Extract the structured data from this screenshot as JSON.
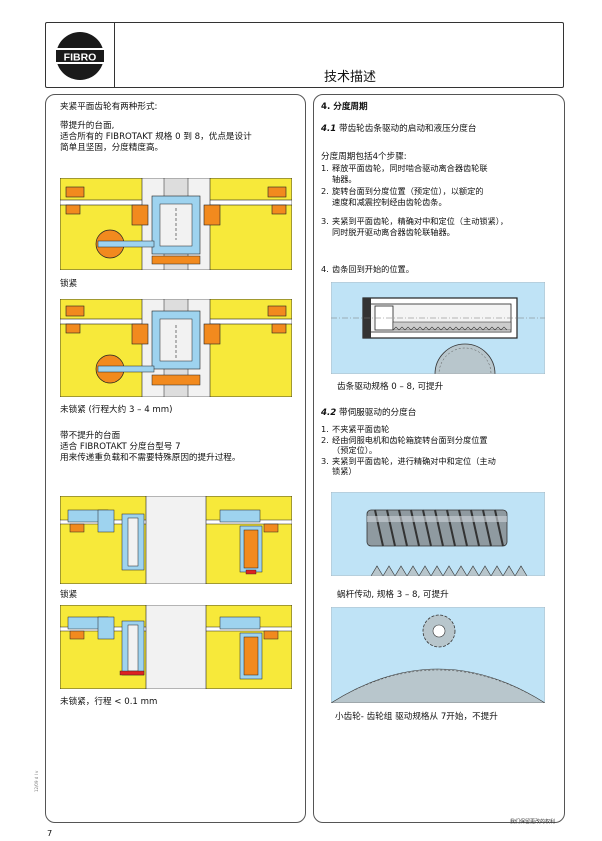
{
  "header": {
    "logo_text": "FIBRO",
    "section_title": "技术描述"
  },
  "left": {
    "intro": "夹紧平面齿轮有两种形式:",
    "type1": {
      "heading": "带提升的台面,",
      "line1": "适合所有的 FIBROTAKT 规格 0 到 8，优点是设计",
      "line2": "简单且坚固，分度精度高。",
      "caption_locked": "锁紧",
      "caption_unlocked": "未锁紧 (行程大约 3 – 4 mm)"
    },
    "type2": {
      "heading": "带不提升的台面",
      "line1": "适合 FIBROTAKT 分度台型号 7",
      "line2": "用来传递重负载和不需要特殊原因的提升过程。",
      "caption_locked": "锁紧",
      "caption_unlocked": "未锁紧，行程 < 0.1 mm"
    }
  },
  "right": {
    "section_heading": "4. 分度周期",
    "sub41": {
      "number": "4.1",
      "title": "带齿轮齿条驱动的启动和液压分度台",
      "steps_intro": "分度周期包括4个步骤:",
      "steps": [
        {
          "n": "1.",
          "lines": [
            "释放平面齿轮，同时啮合驱动离合器齿轮联",
            "轴器。"
          ]
        },
        {
          "n": "2.",
          "lines": [
            "旋转台面到分度位置（预定位），以额定的",
            "速度和减震控制经由齿轮齿条。"
          ]
        },
        {
          "n": "3.",
          "lines": [
            "夹紧到平面齿轮，精确对中和定位（主动锁紧），",
            "同时脱开驱动离合器齿轮联轴器。"
          ]
        },
        {
          "n": "4.",
          "lines": [
            "齿条回到开始的位置。"
          ]
        }
      ],
      "figure_caption": "齿条驱动规格 0 – 8, 可提升"
    },
    "sub42": {
      "number": "4.2",
      "title": "带伺服驱动的分度台",
      "steps": [
        {
          "n": "1.",
          "lines": [
            "不夹紧平面齿轮"
          ]
        },
        {
          "n": "2.",
          "lines": [
            "经由伺服电机和齿轮箱旋转台面到分度位置",
            "（预定位）。"
          ]
        },
        {
          "n": "3.",
          "lines": [
            "夹紧到平面齿轮，进行精确对中和定位（主动",
            "锁紧）"
          ]
        }
      ],
      "worm_caption": "蜗杆传动, 规格 3 – 8, 可提升",
      "pinion_caption": "小齿轮- 齿轮组 驱动规格从 7开始，不提升"
    }
  },
  "footer": {
    "page_number": "7",
    "note": "我们保留更改的权利",
    "side_code": "12/09 d l v"
  },
  "colors": {
    "housing_yellow": "#f7e93a",
    "part_orange": "#f28a1e",
    "part_blue": "#9ed3ef",
    "sky_blue": "#bfe3f6",
    "outline": "#222222"
  }
}
